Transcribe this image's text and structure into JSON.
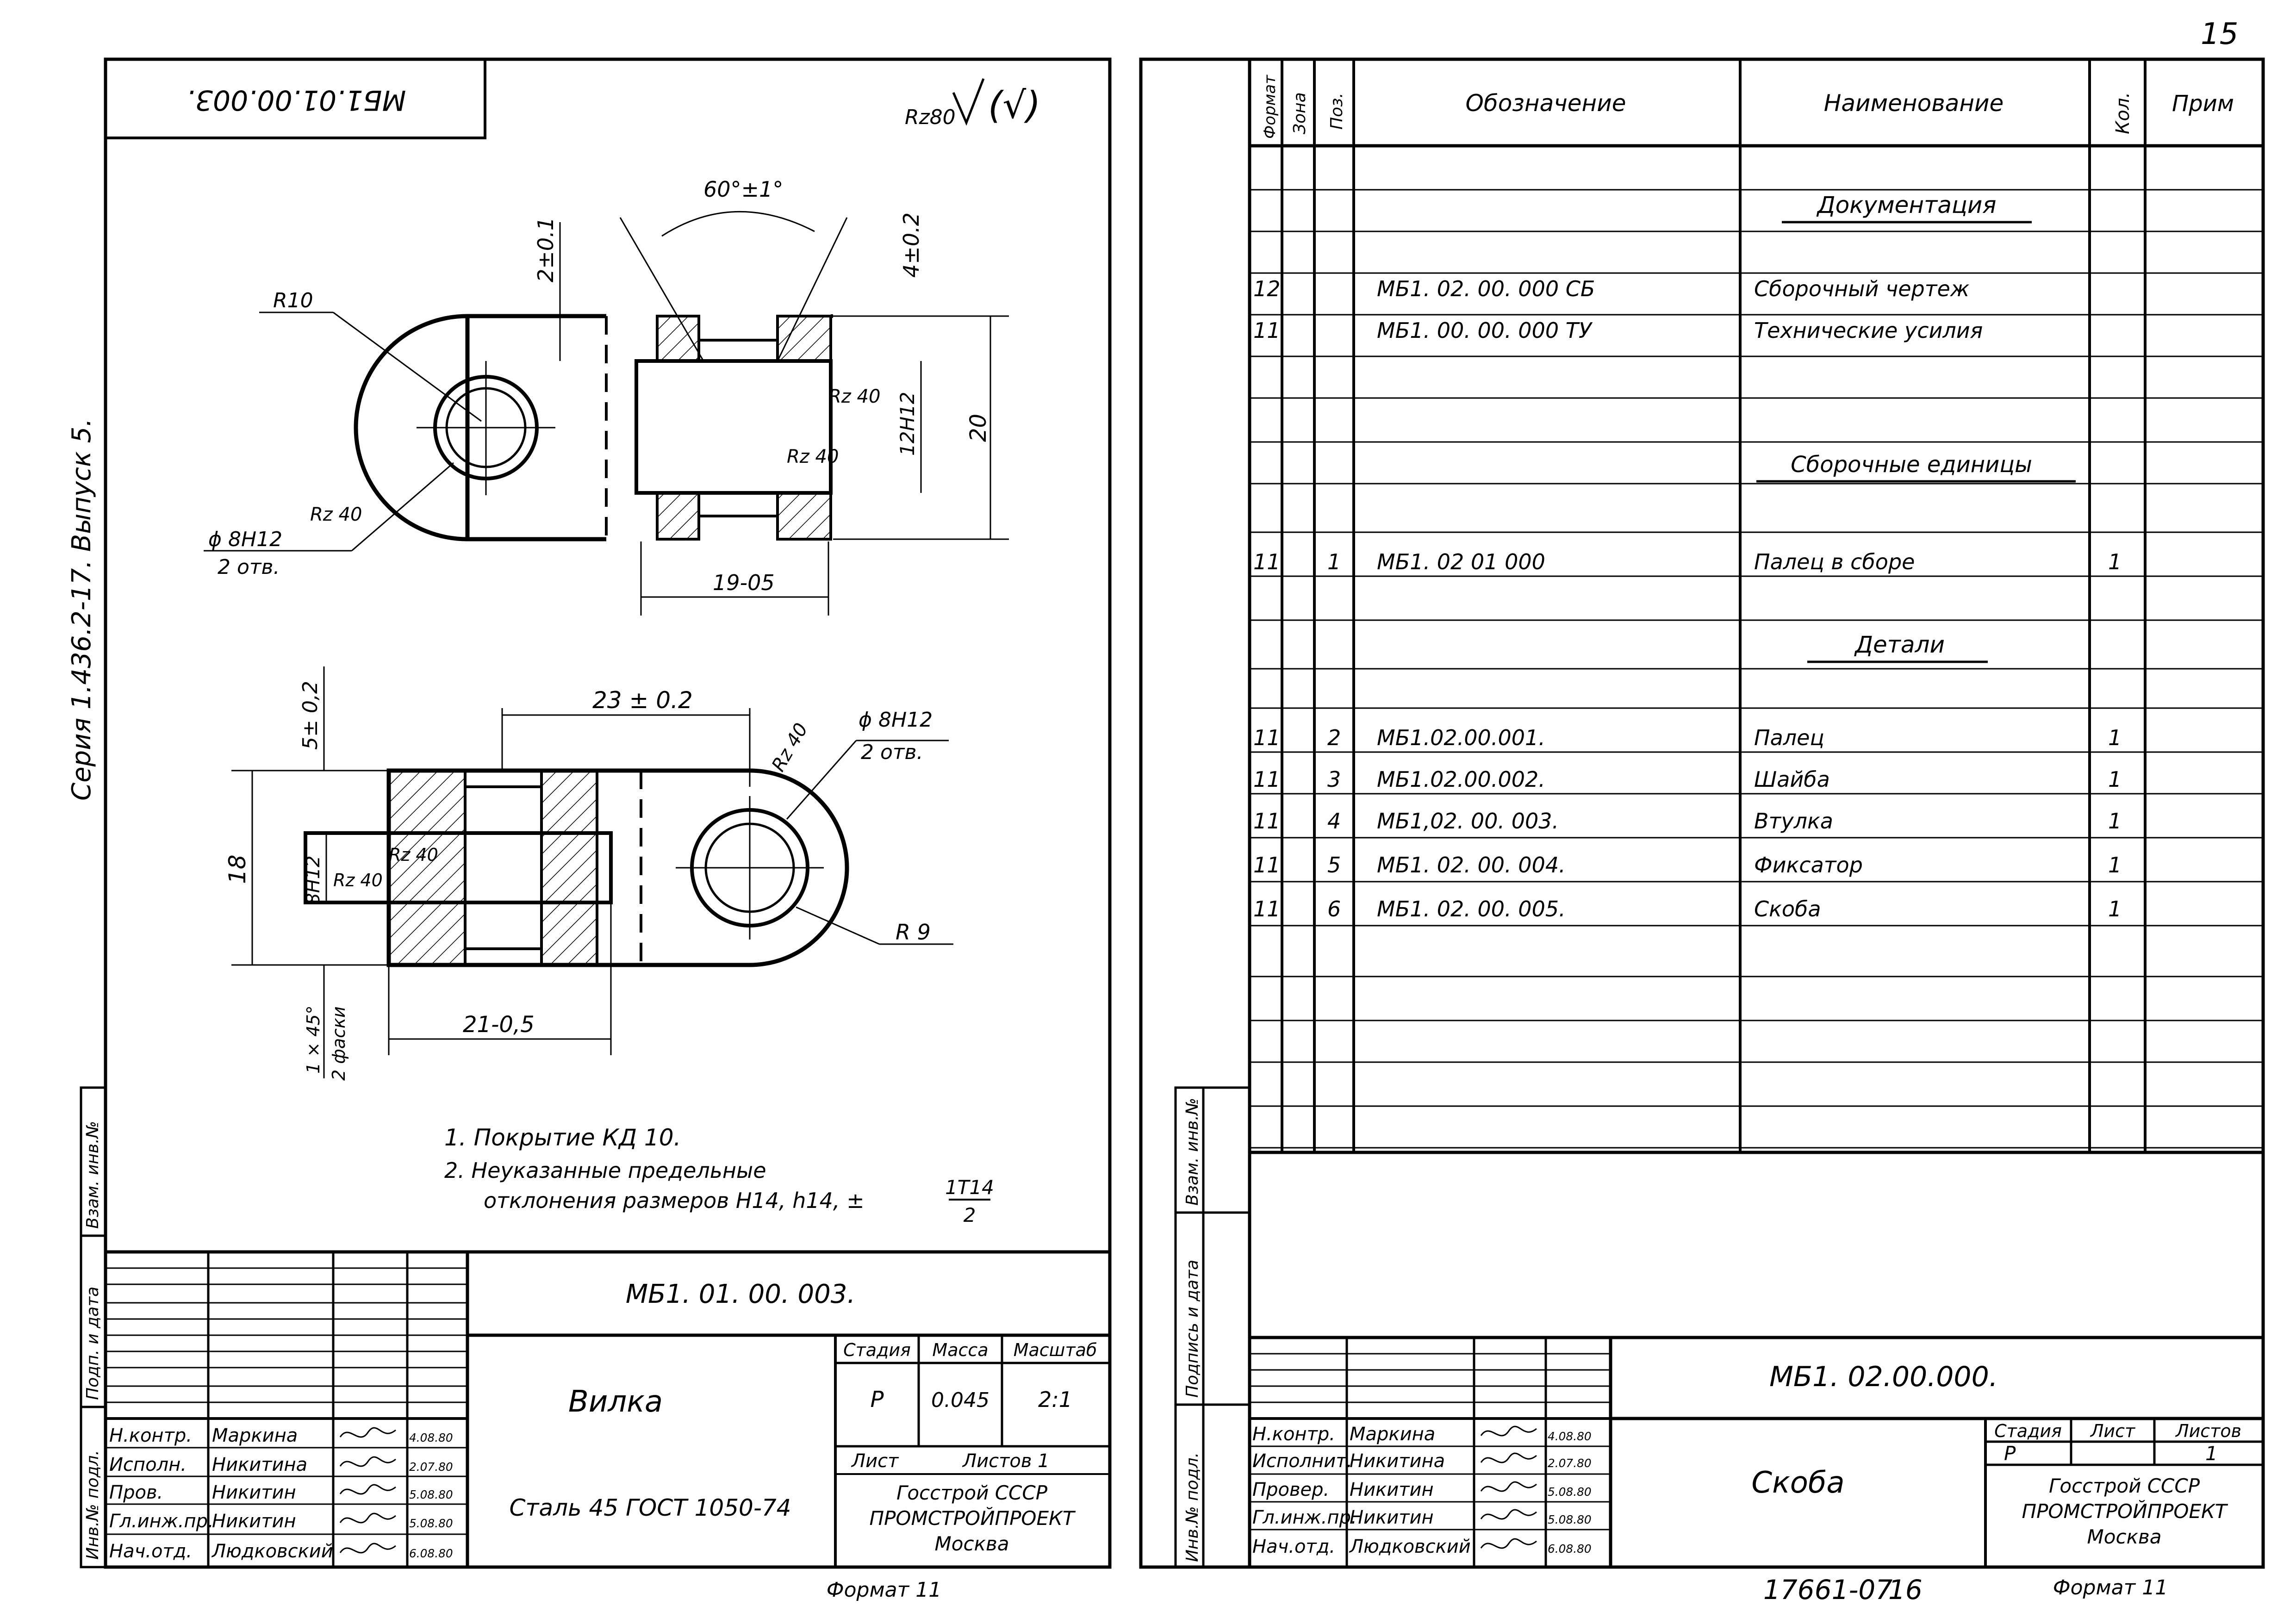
{
  "page_number": "15",
  "footer": {
    "doc_number": "17661-07",
    "page": "16"
  },
  "left_sheet": {
    "stamp_top": "МБ1.01.00.003.",
    "roughness": {
      "value": "Rz80",
      "symbol_text": "(√)"
    },
    "dimensions": {
      "angle": "60°±1°",
      "d_2": "2±0.1",
      "d_4": "4±0.2",
      "r10": "R10",
      "rz40_a": "Rz 40",
      "rz40_b": "Rz 40",
      "rz40_c": "Rz 40",
      "h12": "12H12",
      "d20": "20",
      "phi": "ϕ 8H12",
      "holes": "2 отв.",
      "d19": "19-05",
      "d23": "23 ± 0.2",
      "d5": "5± 0,2",
      "rz40_d": "Rz 40",
      "phi2": "ϕ 8H12",
      "holes2": "2 отв.",
      "d18": "18",
      "h8": "8H12",
      "rz40_e": "Rz 40",
      "rz40_f": "Rz 40",
      "r9": "R 9",
      "chamfer1": "1 × 45°",
      "chamfer2": "2 фаски",
      "d21": "21-0,5"
    },
    "notes": [
      "1. Покрытие  КД 10.",
      "2. Неуказанные  предельные",
      "отклонения размеров  H14, h14,  ±"
    ],
    "note_fraction": {
      "num": "1T14",
      "den": "2"
    },
    "title_block": {
      "designation": "МБ1. 01. 00. 003.",
      "name": "Вилка",
      "stage_label": "Стадия",
      "mass_label": "Масса",
      "scale_label": "Масштаб",
      "stage": "Р",
      "mass": "0.045",
      "scale": "2:1",
      "sheet_label": "Лист",
      "sheets_label": "Листов 1",
      "material": "Сталь 45 ГОСТ  1050-74",
      "org": [
        "Госстрой СССР",
        "ПРОМСТРОЙПРОЕКТ",
        "Москва"
      ],
      "roles": [
        {
          "role": "Н.контр.",
          "name": "Маркина",
          "date": "4.08.80"
        },
        {
          "role": "Исполн.",
          "name": "Никитина",
          "date": "2.07.80"
        },
        {
          "role": "Пров.",
          "name": "Никитин",
          "date": "5.08.80"
        },
        {
          "role": "Гл.инж.пр.",
          "name": "Никитин",
          "date": "5.08.80"
        },
        {
          "role": "Нач.отд.",
          "name": "Людковский",
          "date": "6.08.80"
        }
      ],
      "format": "Формат 11"
    },
    "side_labels": {
      "series": "Серия  1.436.2-17.  Выпуск 5.",
      "inv_podl": "Инв.№ подл.",
      "podp_data": "Подп. и дата",
      "vzam": "Взам. инв.№"
    }
  },
  "right_sheet": {
    "headers": {
      "format": "Формат",
      "zone": "Зона",
      "pos": "Поз.",
      "designation": "Обозначение",
      "name": "Наименование",
      "qty": "Кол.",
      "note": "Прим"
    },
    "section_docs": "Документация",
    "section_units": "Сборочные  единицы",
    "section_parts": "Детали",
    "rows": [
      {
        "fmt": "12",
        "pos": "",
        "des": "МБ1. 02. 00. 000 СБ",
        "name": "Сборочный   чертеж",
        "qty": ""
      },
      {
        "fmt": "11",
        "pos": "",
        "des": "МБ1. 00. 00. 000 ТУ",
        "name": "Технические усилия",
        "qty": ""
      },
      {
        "fmt": "11",
        "pos": "1",
        "des": "МБ1. 02 01 000",
        "name": "Палец  в сборе",
        "qty": "1"
      },
      {
        "fmt": "11",
        "pos": "2",
        "des": "МБ1.02.00.001.",
        "name": "Палец",
        "qty": "1"
      },
      {
        "fmt": "11",
        "pos": "3",
        "des": "МБ1.02.00.002.",
        "name": "Шайба",
        "qty": "1"
      },
      {
        "fmt": "11",
        "pos": "4",
        "des": "МБ1,02. 00. 003.",
        "name": "Втулка",
        "qty": "1"
      },
      {
        "fmt": "11",
        "pos": "5",
        "des": "МБ1. 02. 00. 004.",
        "name": "Фиксатор",
        "qty": "1"
      },
      {
        "fmt": "11",
        "pos": "6",
        "des": "МБ1. 02. 00. 005.",
        "name": "Скоба",
        "qty": "1"
      }
    ],
    "title_block": {
      "designation": "МБ1. 02.00.000.",
      "name": "Скоба",
      "stage_label": "Стадия",
      "sheet_label": "Лист",
      "sheets_label": "Листов",
      "stage": "Р",
      "sheets": "1",
      "org": [
        "Госстрой СССР",
        "ПРОМСТРОЙПРОЕКТ",
        "Москва"
      ],
      "roles": [
        {
          "role": "Н.контр.",
          "name": "Маркина",
          "date": "4.08.80"
        },
        {
          "role": "Исполнит.",
          "name": "Никитина",
          "date": "2.07.80"
        },
        {
          "role": "Провер.",
          "name": "Никитин",
          "date": "5.08.80"
        },
        {
          "role": "Гл.инж.пр.",
          "name": "Никитин",
          "date": "5.08.80"
        },
        {
          "role": "Нач.отд.",
          "name": "Людковский",
          "date": "6.08.80"
        }
      ],
      "format": "Формат 11"
    },
    "side_labels": {
      "inv_podl": "Инв.№ подл.",
      "podp_data": "Подпись и дата",
      "vzam": "Взам. инв.№"
    }
  }
}
